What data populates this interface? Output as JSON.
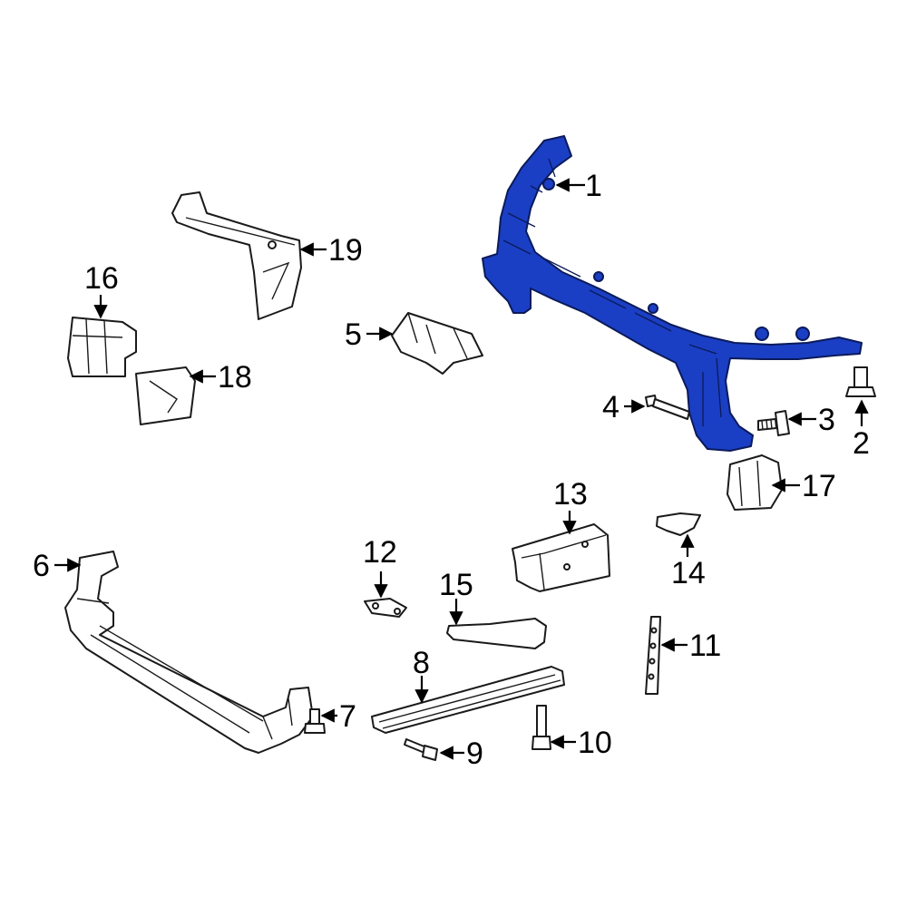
{
  "colors": {
    "highlight": "#1a3fc4",
    "outline": "#1a1a1a",
    "background": "#ffffff"
  },
  "callouts": [
    {
      "id": "1",
      "text": "1"
    },
    {
      "id": "2",
      "text": "2"
    },
    {
      "id": "3",
      "text": "3"
    },
    {
      "id": "4",
      "text": "4"
    },
    {
      "id": "5",
      "text": "5"
    },
    {
      "id": "6",
      "text": "6"
    },
    {
      "id": "7",
      "text": "7"
    },
    {
      "id": "8",
      "text": "8"
    },
    {
      "id": "9",
      "text": "9"
    },
    {
      "id": "10",
      "text": "10"
    },
    {
      "id": "11",
      "text": "11"
    },
    {
      "id": "12",
      "text": "12"
    },
    {
      "id": "13",
      "text": "13"
    },
    {
      "id": "14",
      "text": "14"
    },
    {
      "id": "15",
      "text": "15"
    },
    {
      "id": "16",
      "text": "16"
    },
    {
      "id": "17",
      "text": "17"
    },
    {
      "id": "18",
      "text": "18"
    },
    {
      "id": "19",
      "text": "19"
    }
  ],
  "highlighted_part": "1"
}
